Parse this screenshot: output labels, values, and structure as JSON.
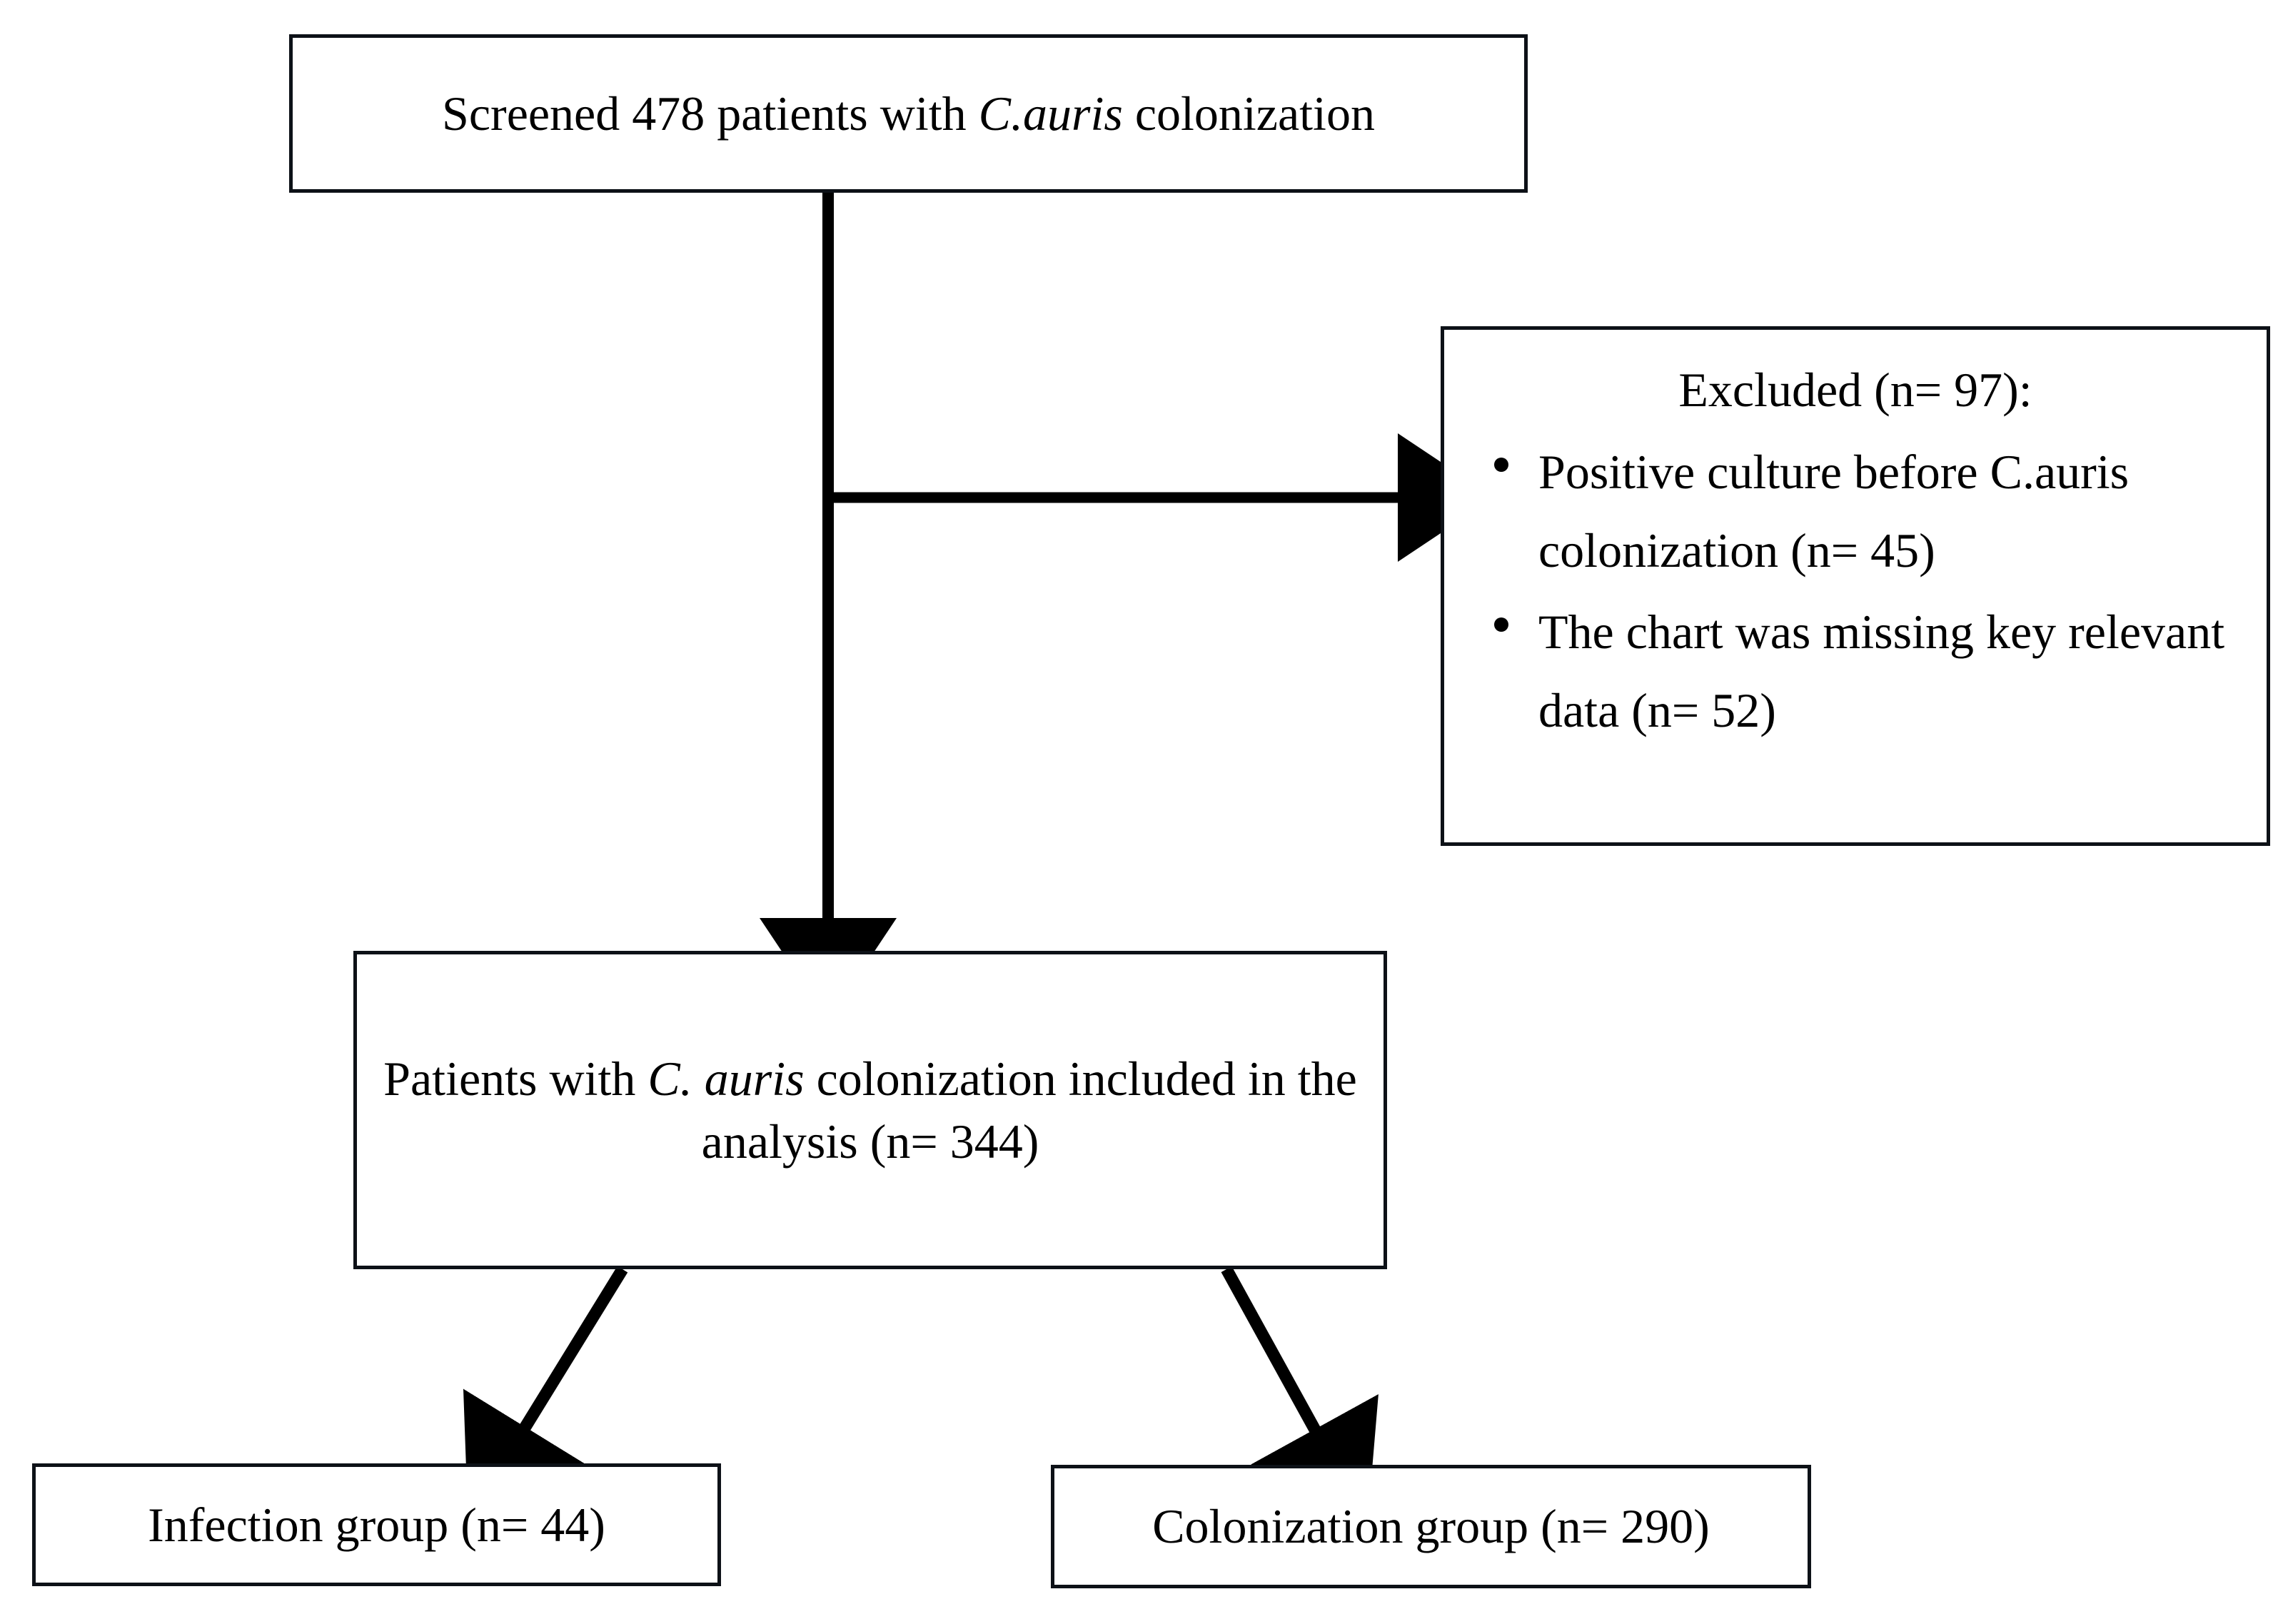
{
  "diagram": {
    "type": "flowchart",
    "title": "Patient selection flow diagram",
    "nodes": {
      "screened": {
        "label": "Screened 478 patients with C.auris colonization",
        "text_before_italic": "Screened 478 patients with ",
        "italic_text": "C.auris",
        "text_after_italic": " colonization",
        "count": 478
      },
      "excluded": {
        "heading": "Excluded (n= 97):",
        "count": 97,
        "items": [
          {
            "text_before_italic": "Positive culture before ",
            "italic_text": "C.auris",
            "text_after_italic": " colonization (n= 45)",
            "count": 45
          },
          {
            "text_before_italic": "",
            "italic_text": "",
            "text_after_italic": "The chart was missing key relevant data (n= 52)",
            "count": 52
          }
        ]
      },
      "included": {
        "text_before_italic": "Patients with ",
        "italic_text": "C. auris",
        "text_after_italic": " colonization included in the analysis (n= 344)",
        "count": 344
      },
      "infection_group": {
        "label": "Infection group (n= 44)",
        "count": 44
      },
      "colonization_group": {
        "label": "Colonization group (n= 290)",
        "count": 290
      }
    },
    "connectors": [
      {
        "name": "screened-to-included",
        "style": "vertical-arrow"
      },
      {
        "name": "screened-to-excluded",
        "style": "horizontal-arrow"
      },
      {
        "name": "included-to-infection",
        "style": "diagonal-arrow"
      },
      {
        "name": "included-to-colonization",
        "style": "diagonal-arrow"
      }
    ],
    "colors": {
      "border": "#0d1117",
      "background": "#ffffff",
      "text": "#000000",
      "connector": "#000000"
    }
  }
}
